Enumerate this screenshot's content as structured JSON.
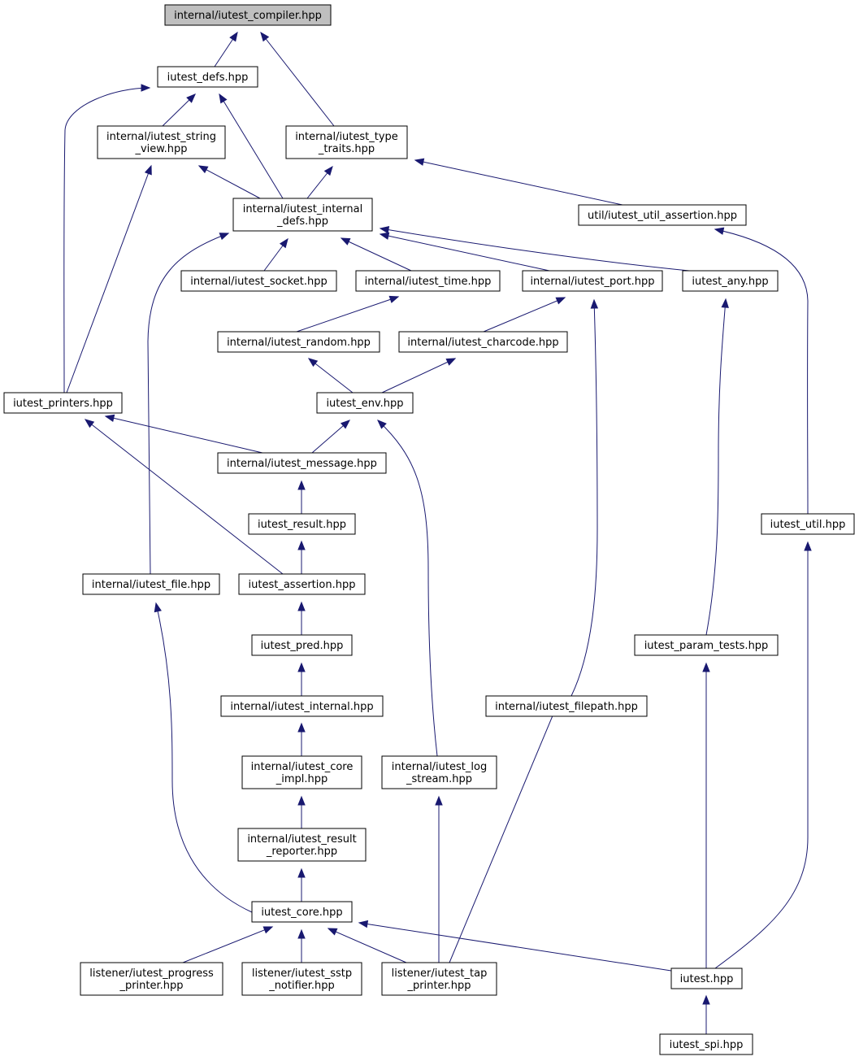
{
  "nodes": [
    {
      "id": "compiler",
      "lines": [
        "internal/iutest_compiler.hpp"
      ],
      "root": true
    },
    {
      "id": "defs",
      "lines": [
        "iutest_defs.hpp"
      ]
    },
    {
      "id": "string_view",
      "lines": [
        "internal/iutest_string",
        "_view.hpp"
      ]
    },
    {
      "id": "type_traits",
      "lines": [
        "internal/iutest_type",
        "_traits.hpp"
      ]
    },
    {
      "id": "internal_defs",
      "lines": [
        "internal/iutest_internal",
        "_defs.hpp"
      ]
    },
    {
      "id": "util_assertion",
      "lines": [
        "util/iutest_util_assertion.hpp"
      ]
    },
    {
      "id": "socket",
      "lines": [
        "internal/iutest_socket.hpp"
      ]
    },
    {
      "id": "time",
      "lines": [
        "internal/iutest_time.hpp"
      ]
    },
    {
      "id": "port",
      "lines": [
        "internal/iutest_port.hpp"
      ]
    },
    {
      "id": "any",
      "lines": [
        "iutest_any.hpp"
      ]
    },
    {
      "id": "random",
      "lines": [
        "internal/iutest_random.hpp"
      ]
    },
    {
      "id": "charcode",
      "lines": [
        "internal/iutest_charcode.hpp"
      ]
    },
    {
      "id": "printers",
      "lines": [
        "iutest_printers.hpp"
      ]
    },
    {
      "id": "env",
      "lines": [
        "iutest_env.hpp"
      ]
    },
    {
      "id": "message",
      "lines": [
        "internal/iutest_message.hpp"
      ]
    },
    {
      "id": "result",
      "lines": [
        "iutest_result.hpp"
      ]
    },
    {
      "id": "util",
      "lines": [
        "iutest_util.hpp"
      ]
    },
    {
      "id": "file",
      "lines": [
        "internal/iutest_file.hpp"
      ]
    },
    {
      "id": "assertion",
      "lines": [
        "iutest_assertion.hpp"
      ]
    },
    {
      "id": "pred",
      "lines": [
        "iutest_pred.hpp"
      ]
    },
    {
      "id": "param_tests",
      "lines": [
        "iutest_param_tests.hpp"
      ]
    },
    {
      "id": "internal",
      "lines": [
        "internal/iutest_internal.hpp"
      ]
    },
    {
      "id": "filepath",
      "lines": [
        "internal/iutest_filepath.hpp"
      ]
    },
    {
      "id": "core_impl",
      "lines": [
        "internal/iutest_core",
        "_impl.hpp"
      ]
    },
    {
      "id": "log_stream",
      "lines": [
        "internal/iutest_log",
        "_stream.hpp"
      ]
    },
    {
      "id": "result_reporter",
      "lines": [
        "internal/iutest_result",
        "_reporter.hpp"
      ]
    },
    {
      "id": "core",
      "lines": [
        "iutest_core.hpp"
      ]
    },
    {
      "id": "progress_printer",
      "lines": [
        "listener/iutest_progress",
        "_printer.hpp"
      ]
    },
    {
      "id": "sstp_notifier",
      "lines": [
        "listener/iutest_sstp",
        "_notifier.hpp"
      ]
    },
    {
      "id": "tap_printer",
      "lines": [
        "listener/iutest_tap",
        "_printer.hpp"
      ]
    },
    {
      "id": "iutest",
      "lines": [
        "iutest.hpp"
      ]
    },
    {
      "id": "spi",
      "lines": [
        "iutest_spi.hpp"
      ]
    }
  ],
  "edges": [
    {
      "from": "defs",
      "to": "compiler"
    },
    {
      "from": "type_traits",
      "to": "compiler"
    },
    {
      "from": "string_view",
      "to": "defs"
    },
    {
      "from": "internal_defs",
      "to": "defs"
    },
    {
      "from": "printers",
      "to": "defs"
    },
    {
      "from": "internal_defs",
      "to": "string_view"
    },
    {
      "from": "printers",
      "to": "string_view"
    },
    {
      "from": "internal_defs",
      "to": "type_traits"
    },
    {
      "from": "util_assertion",
      "to": "type_traits"
    },
    {
      "from": "socket",
      "to": "internal_defs"
    },
    {
      "from": "time",
      "to": "internal_defs"
    },
    {
      "from": "port",
      "to": "internal_defs"
    },
    {
      "from": "any",
      "to": "internal_defs"
    },
    {
      "from": "file",
      "to": "internal_defs"
    },
    {
      "from": "util",
      "to": "util_assertion"
    },
    {
      "from": "random",
      "to": "time"
    },
    {
      "from": "charcode",
      "to": "port"
    },
    {
      "from": "filepath",
      "to": "port"
    },
    {
      "from": "param_tests",
      "to": "any"
    },
    {
      "from": "env",
      "to": "random"
    },
    {
      "from": "env",
      "to": "charcode"
    },
    {
      "from": "message",
      "to": "printers"
    },
    {
      "from": "assertion",
      "to": "printers"
    },
    {
      "from": "message",
      "to": "env"
    },
    {
      "from": "log_stream",
      "to": "env"
    },
    {
      "from": "result",
      "to": "message"
    },
    {
      "from": "assertion",
      "to": "result"
    },
    {
      "from": "pred",
      "to": "assertion"
    },
    {
      "from": "internal",
      "to": "pred"
    },
    {
      "from": "core_impl",
      "to": "internal"
    },
    {
      "from": "result_reporter",
      "to": "core_impl"
    },
    {
      "from": "core",
      "to": "result_reporter"
    },
    {
      "from": "core",
      "to": "file"
    },
    {
      "from": "progress_printer",
      "to": "core"
    },
    {
      "from": "sstp_notifier",
      "to": "core"
    },
    {
      "from": "tap_printer",
      "to": "core"
    },
    {
      "from": "iutest",
      "to": "core"
    },
    {
      "from": "tap_printer",
      "to": "log_stream"
    },
    {
      "from": "tap_printer",
      "to": "filepath"
    },
    {
      "from": "iutest",
      "to": "param_tests"
    },
    {
      "from": "iutest",
      "to": "util"
    },
    {
      "from": "spi",
      "to": "iutest"
    }
  ]
}
